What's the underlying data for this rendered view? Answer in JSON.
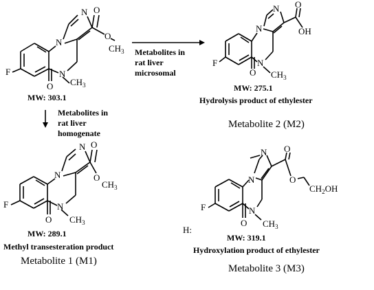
{
  "parent": {
    "atoms": {
      "N_imid": "N",
      "N_ring": "N",
      "N_amide": "N",
      "O_carbonyl": "O",
      "O_ester1": "O",
      "O_ester2": "O",
      "F": "F",
      "CH3_ester": "CH",
      "CH3_ester_sub": "3",
      "CH3_N": "CH",
      "CH3_N_sub": "3"
    },
    "mw": "MW: 303.1"
  },
  "arrow_right": {
    "label_lines": [
      "Metabolites in",
      "rat liver",
      "microsomal"
    ]
  },
  "arrow_down": {
    "label_lines": [
      "Metabolites in",
      "rat liver",
      "homogenate"
    ]
  },
  "m2": {
    "atoms": {
      "N_imid": "N",
      "N_ring": "N",
      "N_amide": "N",
      "O_carbonyl": "O",
      "O_acid": "O",
      "OH": "OH",
      "F": "F",
      "CH3_N": "CH",
      "CH3_N_sub": "3"
    },
    "mw": "MW: 275.1",
    "description": "Hydrolysis product of ethylester",
    "name": "Metabolite  2 (M2)"
  },
  "m1": {
    "atoms": {
      "N_imid": "N",
      "N_ring": "N",
      "N_amide": "N",
      "O_carbonyl": "O",
      "O_ester1": "O",
      "O_ester2": "O",
      "F": "F",
      "CH3_ester": "CH",
      "CH3_ester_sub": "3",
      "CH3_N": "CH",
      "CH3_N_sub": "3"
    },
    "mw": "MW: 289.1",
    "description": "Methyl transesteration product",
    "name": "Metabolite  1 (M1)"
  },
  "m3": {
    "atoms": {
      "N_imid": "N",
      "N_ring": "N",
      "N_amide": "N",
      "O_carbonyl": "O",
      "O_ester1": "O",
      "O_ester2": "O",
      "CH2OH_pre": "CH",
      "CH2OH_sub": "2",
      "CH2OH_post": "OH",
      "F": "F",
      "CH3_N": "CH",
      "CH3_N_sub": "3"
    },
    "mw": "MW: 319.1",
    "description": "Hydroxylation product of ethylester",
    "name": "Metabolite  3 (M3)",
    "stray_text": "H:"
  }
}
